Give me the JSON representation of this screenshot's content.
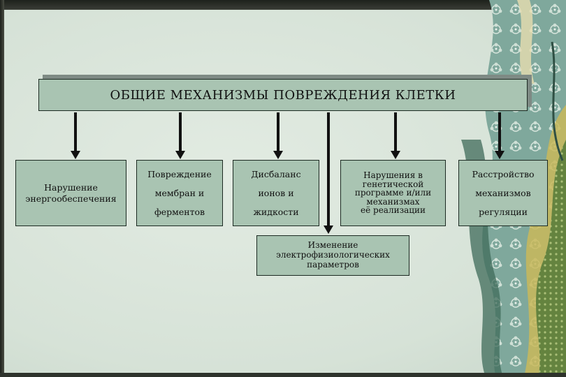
{
  "diagram": {
    "title": "ОБЩИЕ  МЕХАНИЗМЫ  ПОВРЕЖДЕНИЯ  КЛЕТКИ",
    "categories": [
      {
        "lines": [
          "Нарушение",
          "энергообеспечения"
        ]
      },
      {
        "lines": [
          "Повреждение",
          "мембран и",
          "ферментов"
        ]
      },
      {
        "lines": [
          "Дисбаланс",
          "ионов и",
          "жидкости"
        ]
      },
      {
        "lines": [
          "Нарушения в",
          "генетической",
          "программе и/или",
          "механизмах",
          "её реализации"
        ]
      },
      {
        "lines": [
          "Расстройство",
          "механизмов",
          "регуляции"
        ]
      }
    ],
    "sub_box": {
      "lines": [
        "Изменение",
        "электрофизиологических",
        "параметров"
      ]
    }
  },
  "colors": {
    "box_fill": "#a9c4b2",
    "box_border": "#1c2a22",
    "arrow": "#111111",
    "background": "#dfe8df"
  }
}
